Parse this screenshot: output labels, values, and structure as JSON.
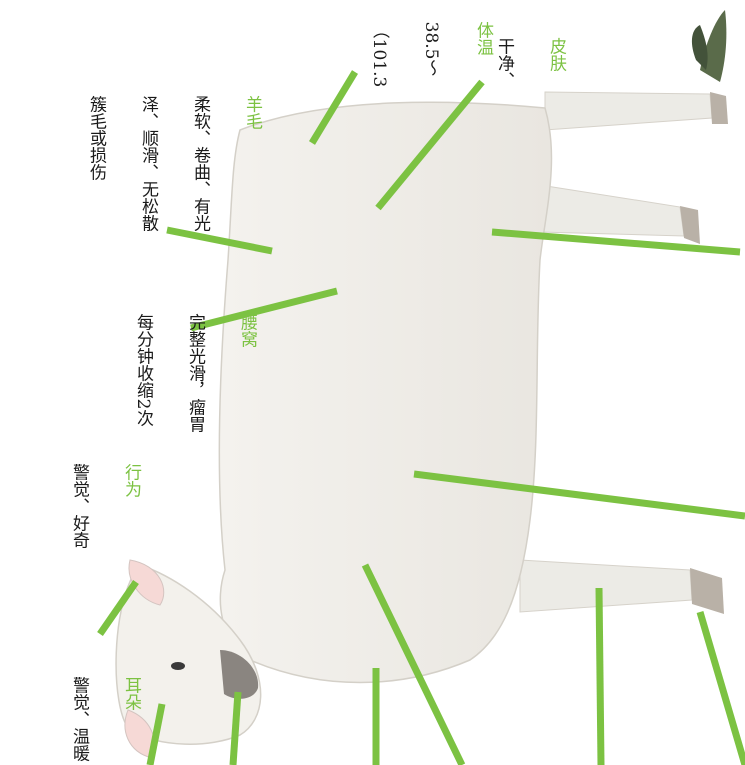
{
  "labels": {
    "ears": {
      "title": "耳朵",
      "text": "警觉、温暖"
    },
    "behavior": {
      "title": "行为",
      "text": "警觉、好奇"
    },
    "flank": {
      "title": "腰窝",
      "line1": "完整光滑，瘤胃",
      "line2": "每分钟收缩2次"
    },
    "wool": {
      "title": "羊毛",
      "line1": "柔软、卷曲、有光",
      "line2": "泽、顺滑、无松散",
      "line3": "簇毛或损伤"
    },
    "temp": {
      "title": "体温",
      "line1": "38.5～",
      "line2": "（101.3"
    },
    "skin": {
      "title": "皮肤",
      "text": "干净、"
    }
  },
  "colors": {
    "accent": "#7cc242",
    "text": "#1a1a1a"
  }
}
